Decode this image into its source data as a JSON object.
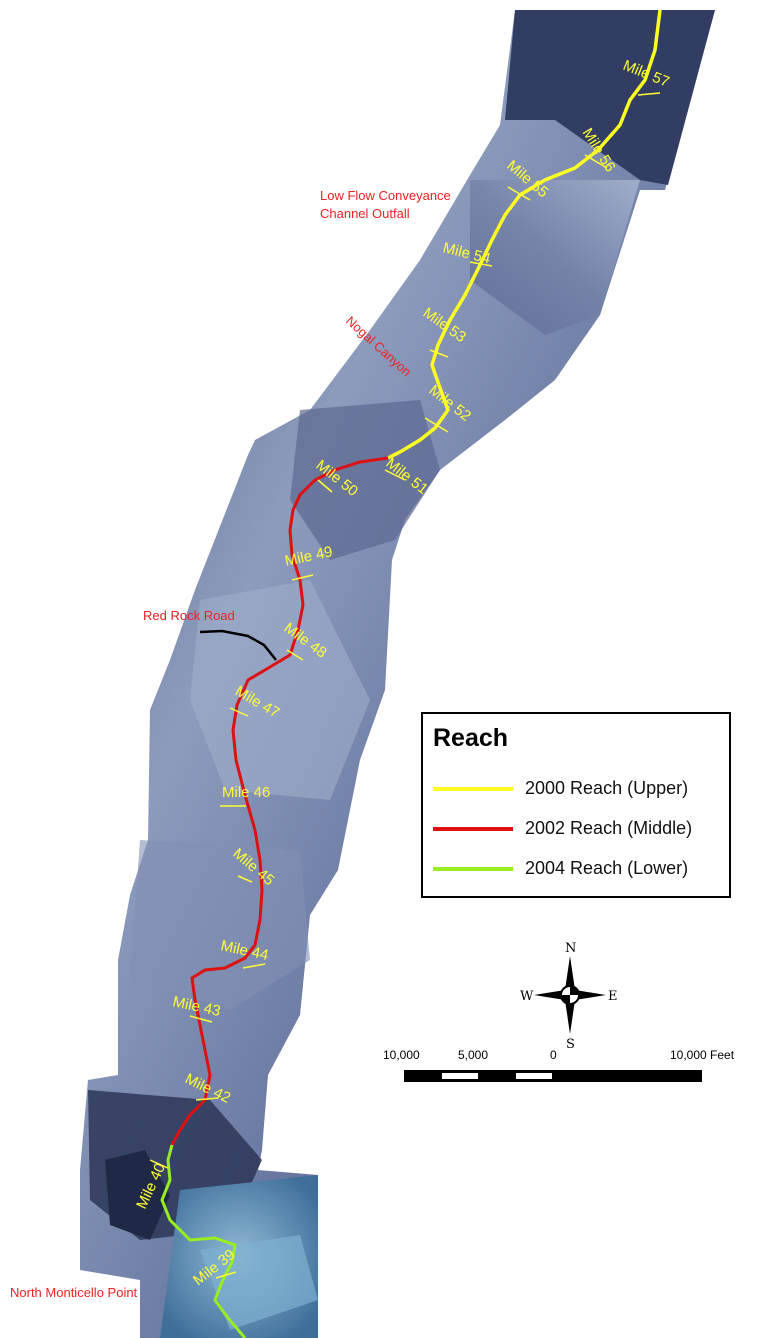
{
  "map": {
    "legend_title": "Reach",
    "legend_items": [
      {
        "label": "2000 Reach (Upper)",
        "color": "#ffff22"
      },
      {
        "label": "2002 Reach (Middle)",
        "color": "#dd1111"
      },
      {
        "label": "2004 Reach (Lower)",
        "color": "#99ee22"
      }
    ],
    "place_labels": {
      "low_flow_line1": "Low Flow Conveyance",
      "low_flow_line2": "Channel Outfall",
      "nogal_canyon": "Nogal Canyon",
      "red_rock_road": "Red Rock Road",
      "north_monticello": "North Monticello Point"
    },
    "mile_labels": [
      "Mile 57",
      "Mile 56",
      "Mile 55",
      "Mile 54",
      "Mile 53",
      "Mile 52",
      "Mile 51",
      "Mile 50",
      "Mile 49",
      "Mile 48",
      "Mile 47",
      "Mile 46",
      "Mile 45",
      "Mile 44",
      "Mile 43",
      "Mile 42",
      "Mile 40",
      "Mile 39"
    ],
    "compass": {
      "n": "N",
      "s": "S",
      "e": "E",
      "w": "W"
    },
    "scale": {
      "labels": [
        "10,000",
        "5,000",
        "0",
        "10,000 Feet"
      ]
    },
    "colors": {
      "upper": "#ffff22",
      "middle": "#dd1111",
      "lower": "#99ee22",
      "label_red": "#ee2222",
      "mile_yellow": "#ffff33"
    }
  }
}
